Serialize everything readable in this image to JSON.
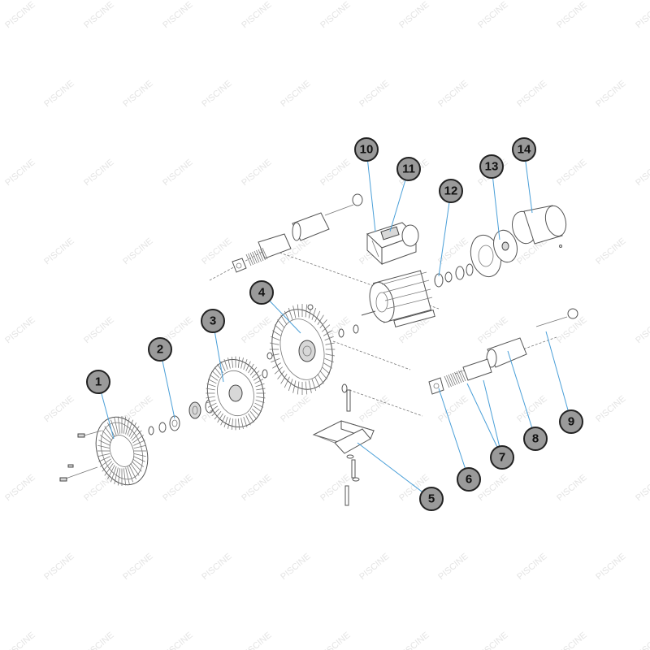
{
  "watermark": {
    "text": "PISCINE"
  },
  "callouts": [
    {
      "label": "1"
    },
    {
      "label": "2"
    },
    {
      "label": "3"
    },
    {
      "label": "4"
    },
    {
      "label": "5"
    },
    {
      "label": "6"
    },
    {
      "label": "7"
    },
    {
      "label": "8"
    },
    {
      "label": "9"
    },
    {
      "label": "10"
    },
    {
      "label": "11"
    },
    {
      "label": "12"
    },
    {
      "label": "13"
    },
    {
      "label": "14"
    }
  ],
  "colors": {
    "leader": "#4a9fd8",
    "callout_fill": "#9a9a9a",
    "line": "#555555",
    "watermark": "#e4e4e4"
  }
}
